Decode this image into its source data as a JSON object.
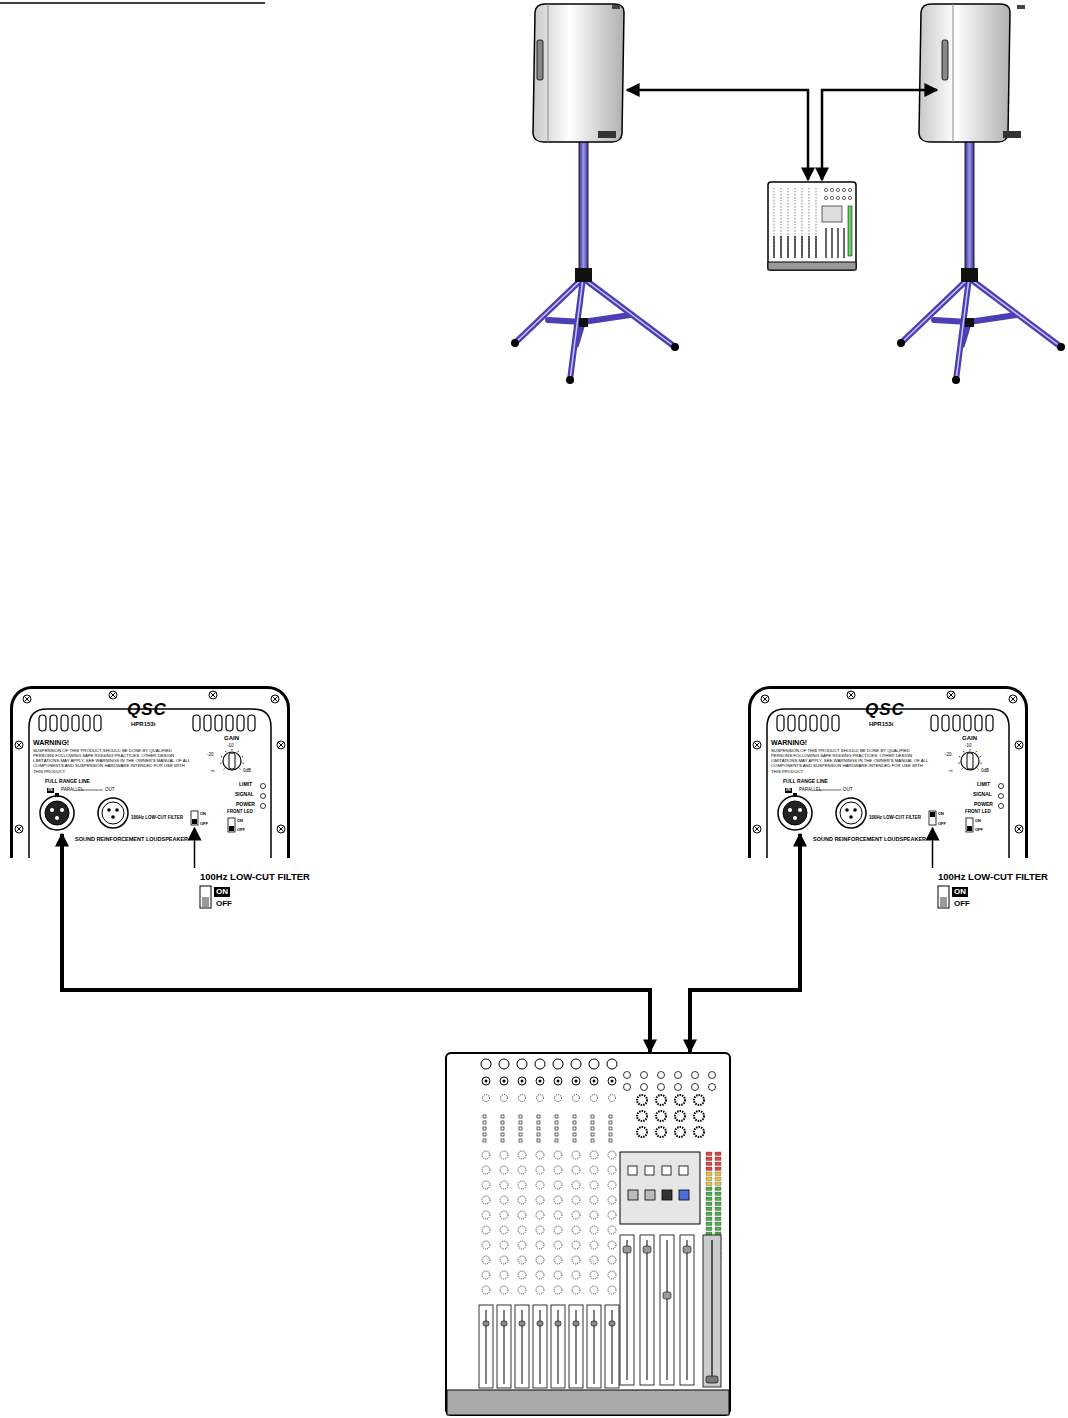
{
  "diagram": {
    "nodes": [
      {
        "text": [
          "QSC",
          "HPR153i",
          "WARNING!",
          "SUSPENSION OF THIS PRODUCT SHOULD BE DONE BY QUALIFIED PERSONS FOLLOWING SAFE RIGGING PRACTICES. OTHER DESIGN LIMITATIONS MAY APPLY. SEE WARNINGS IN THE OWNER'S MANUAL OF ALL COMPONENTS AND SUSPENSION HARDWARE INTENDED FOR USE WITH THIS PRODUCT.",
          "GAIN",
          "-10",
          "-20",
          "0dB",
          "-∞",
          "LIMIT",
          "SIGNAL",
          "POWER",
          "FULL RANGE LINE",
          "IN",
          "PARALLEL",
          "OUT",
          "100Hz LOW-CUT FILTER",
          "ON",
          "OFF",
          "FRONT LED",
          "ON",
          "OFF",
          "SOUND REINFORCEMENT LOUDSPEAKER"
        ]
      },
      {
        "text": [
          "QSC",
          "HPR153i",
          "WARNING!",
          "SUSPENSION OF THIS PRODUCT SHOULD BE DONE BY QUALIFIED PERSONS FOLLOWING SAFE RIGGING PRACTICES. OTHER DESIGN LIMITATIONS MAY APPLY. SEE WARNINGS IN THE OWNER'S MANUAL OF ALL COMPONENTS AND SUSPENSION HARDWARE INTENDED FOR USE WITH THIS PRODUCT.",
          "GAIN",
          "-10",
          "-20",
          "0dB",
          "-∞",
          "LIMIT",
          "SIGNAL",
          "POWER",
          "FULL RANGE LINE",
          "IN",
          "PARALLEL",
          "OUT",
          "100Hz LOW-CUT FILTER",
          "ON",
          "OFF",
          "FRONT LED",
          "ON",
          "OFF",
          "SOUND REINFORCEMENT LOUDSPEAKER"
        ]
      }
    ],
    "labels": [
      "100Hz LOW-CUT FILTER",
      "ON",
      "OFF",
      "100Hz LOW-CUT FILTER",
      "ON",
      "OFF"
    ]
  }
}
